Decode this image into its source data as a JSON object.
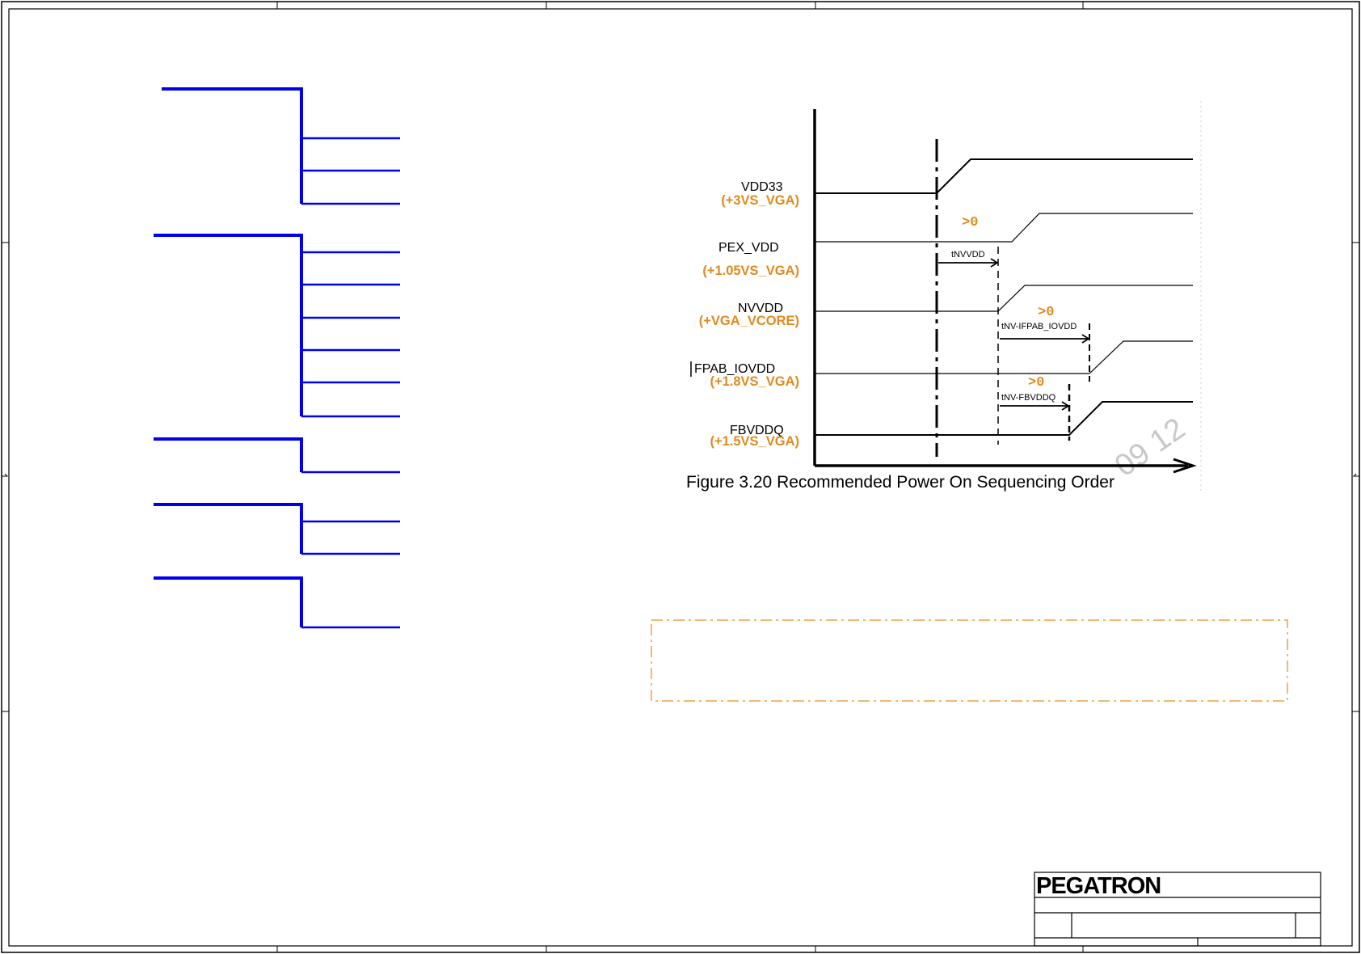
{
  "colors": {
    "frame": "#000000",
    "bus": "#0000ee",
    "rail_label": "#e08a1e",
    "note_box": "#f0a040",
    "waveform": "#000000"
  },
  "timing_diagram": {
    "caption": "Figure 3.20  Recommended Power On Sequencing Order",
    "watermark": "09 12",
    "rails": [
      {
        "signal": "VDD33",
        "rail": "(+3VS_VGA)"
      },
      {
        "signal": "PEX_VDD",
        "rail": "(+1.05VS_VGA)"
      },
      {
        "signal": "NVVDD",
        "rail": "(+VGA_VCORE)"
      },
      {
        "signal": "FPAB_IOVDD",
        "rail": "(+1.8VS_VGA)"
      },
      {
        "signal": "FBVDDQ",
        "rail": "(+1.5VS_VGA)"
      }
    ],
    "gt_labels": [
      ">0",
      ">0",
      ">0"
    ],
    "delay_labels": [
      "tNVVDD",
      "tNV-IFPAB_IOVDD",
      "tNV-FBVDDQ"
    ]
  },
  "title_block": {
    "company": "PEGATRON"
  }
}
